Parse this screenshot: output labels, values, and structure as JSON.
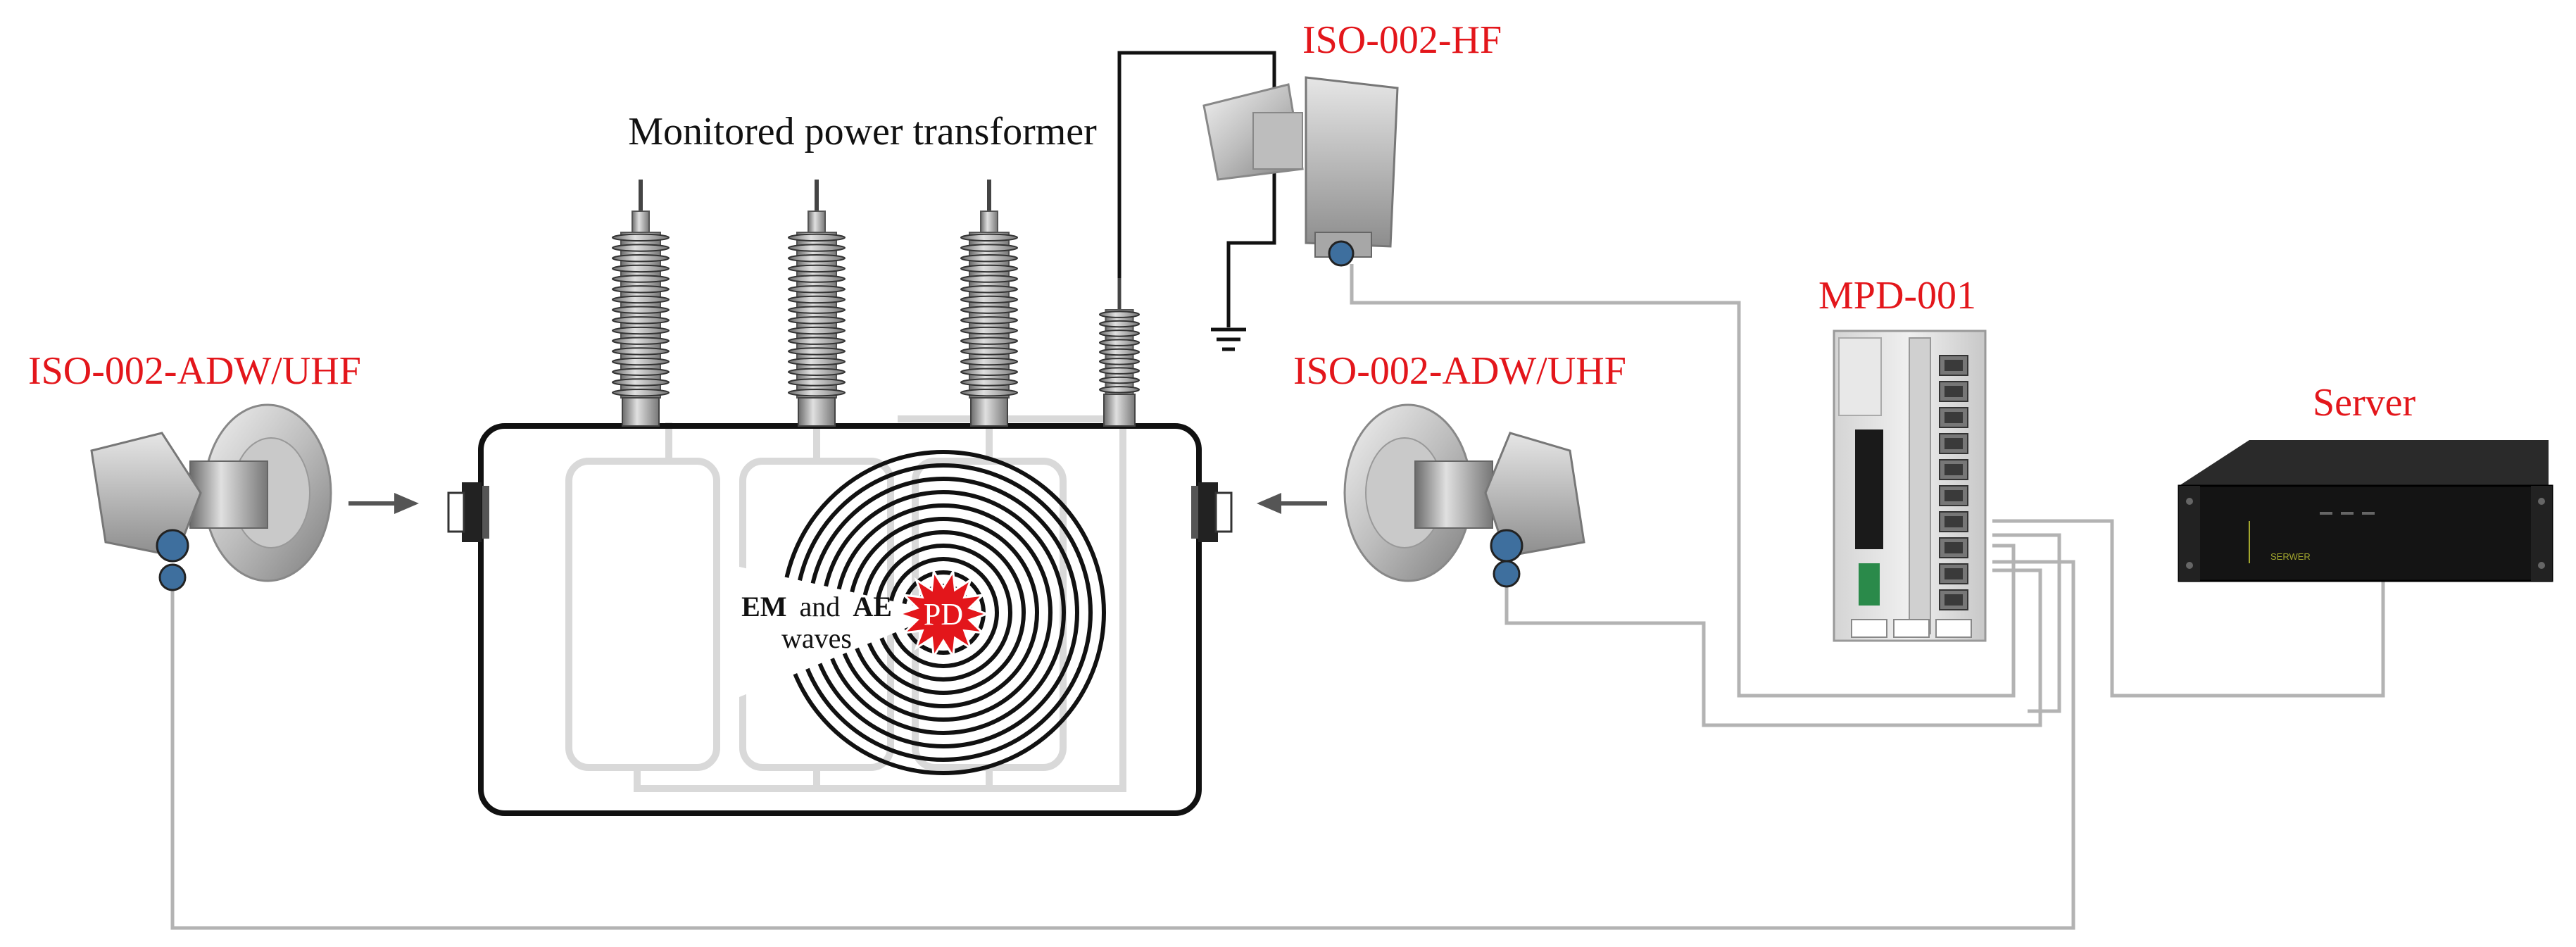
{
  "colors": {
    "label_red": "#e3161b",
    "cable_gray": "#b3b3b3",
    "winding_gray": "#d9d9d9",
    "pd_red": "#e3161b",
    "server_black": "#141414"
  },
  "labels": {
    "transformer_title": "Monitored power transformer",
    "sensor_left": "ISO-002-ADW/UHF",
    "sensor_right": "ISO-002-ADW/UHF",
    "sensor_hf": "ISO-002-HF",
    "controller": "MPD-001",
    "server": "Server"
  },
  "waves": {
    "em": "EM",
    "and": "and",
    "ae": "AE",
    "waves_word": "waves",
    "pd": "PD"
  },
  "server_panel": {
    "brand": "SERWER"
  },
  "icons": {
    "ground": "ground-symbol-icon",
    "arrow_left_sensor": "arrow-right-icon",
    "arrow_right_sensor": "arrow-left-icon"
  }
}
